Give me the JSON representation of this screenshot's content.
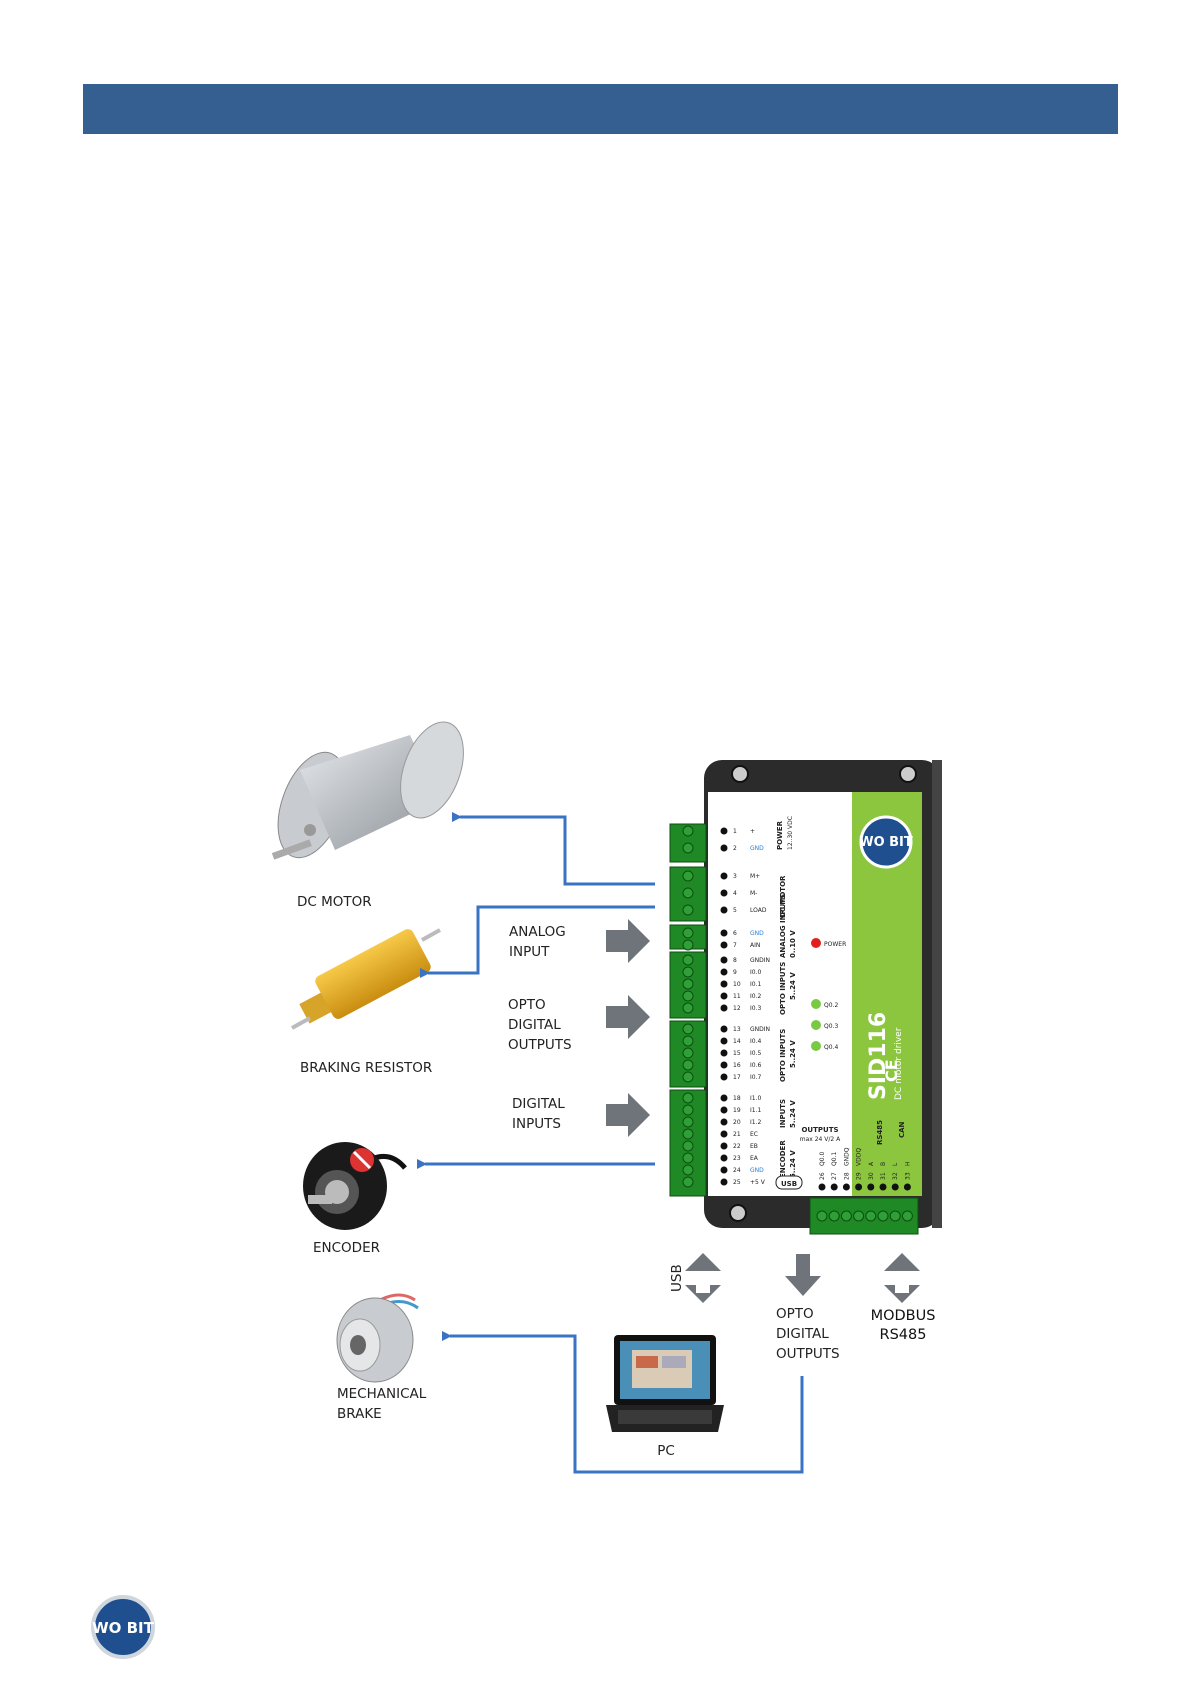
{
  "colors": {
    "header": "#355f91",
    "arrow_blue": "#3a73c4",
    "arrow_gray": "#6e7479",
    "terminal_green": "#1f8a25",
    "panel_green": "#8cc63f",
    "led_red": "#e02020",
    "led_green": "#7ac943"
  },
  "labels": {
    "dc_motor": "DC MOTOR",
    "braking_resistor": "BRAKING RESISTOR",
    "encoder": "ENCODER",
    "mechanical_brake_1": "MECHANICAL",
    "mechanical_brake_2": "BRAKE",
    "analog_input_1": "ANALOG",
    "analog_input_2": "INPUT",
    "opto_out_1": "OPTO",
    "opto_out_2": "DIGITAL",
    "opto_out_3": "OUTPUTS",
    "digital_in_1": "DIGITAL",
    "digital_in_2": "INPUTS",
    "usb": "USB",
    "opto_bottom_1": "OPTO",
    "opto_bottom_2": "DIGITAL",
    "opto_bottom_3": "OUTPUTS",
    "modbus_1": "MODBUS",
    "modbus_2": "RS485",
    "pc": "PC"
  },
  "device": {
    "model": "SID116",
    "subtitle": "DC motor driver",
    "logo": "WO BIT",
    "power_led": "POWER",
    "leds": [
      "Q0.2",
      "Q0.3",
      "Q0.4"
    ],
    "sections": {
      "power": "POWER",
      "power_sub": "12..30 VDC",
      "dc_motor": "DC MOTOR",
      "analog": "ANALOG INPUTS",
      "analog_sub": "0..10 V",
      "opto1": "OPTO INPUTS",
      "opto1_sub": "5..24 V",
      "opto2": "OPTO INPUTS",
      "opto2_sub": "5..24 V",
      "inputs": "INPUTS",
      "inputs_sub": "5..24 V",
      "encoder": "ENCODER",
      "encoder_sub": "5..24 V",
      "outputs": "OUTPUTS",
      "outputs_sub": "max 24 V/2 A",
      "rs485": "RS485",
      "can": "CAN",
      "usb_port": "USB"
    },
    "pins": [
      {
        "n": "1",
        "l": "+"
      },
      {
        "n": "2",
        "l": "GND"
      },
      {
        "n": "3",
        "l": "M+"
      },
      {
        "n": "4",
        "l": "M-"
      },
      {
        "n": "5",
        "l": "LOAD"
      },
      {
        "n": "6",
        "l": "GND"
      },
      {
        "n": "7",
        "l": "AIN"
      },
      {
        "n": "8",
        "l": "GNDIN"
      },
      {
        "n": "9",
        "l": "I0.0"
      },
      {
        "n": "10",
        "l": "I0.1"
      },
      {
        "n": "11",
        "l": "I0.2"
      },
      {
        "n": "12",
        "l": "I0.3"
      },
      {
        "n": "13",
        "l": "GNDIN"
      },
      {
        "n": "14",
        "l": "I0.4"
      },
      {
        "n": "15",
        "l": "I0.5"
      },
      {
        "n": "16",
        "l": "I0.6"
      },
      {
        "n": "17",
        "l": "I0.7"
      },
      {
        "n": "18",
        "l": "I1.0"
      },
      {
        "n": "19",
        "l": "I1.1"
      },
      {
        "n": "20",
        "l": "I1.2"
      },
      {
        "n": "21",
        "l": "EC"
      },
      {
        "n": "22",
        "l": "EB"
      },
      {
        "n": "23",
        "l": "EA"
      },
      {
        "n": "24",
        "l": "GND"
      },
      {
        "n": "25",
        "l": "+5 V"
      }
    ],
    "bottom_pins": [
      {
        "n": "26",
        "l": "Q0.0"
      },
      {
        "n": "27",
        "l": "Q0.1"
      },
      {
        "n": "28",
        "l": "GNDQ"
      },
      {
        "n": "29",
        "l": "VDDQ"
      },
      {
        "n": "30",
        "l": "A"
      },
      {
        "n": "31",
        "l": "B"
      },
      {
        "n": "32",
        "l": "L"
      },
      {
        "n": "33",
        "l": "H"
      }
    ]
  },
  "footer_logo": "WO BIT"
}
